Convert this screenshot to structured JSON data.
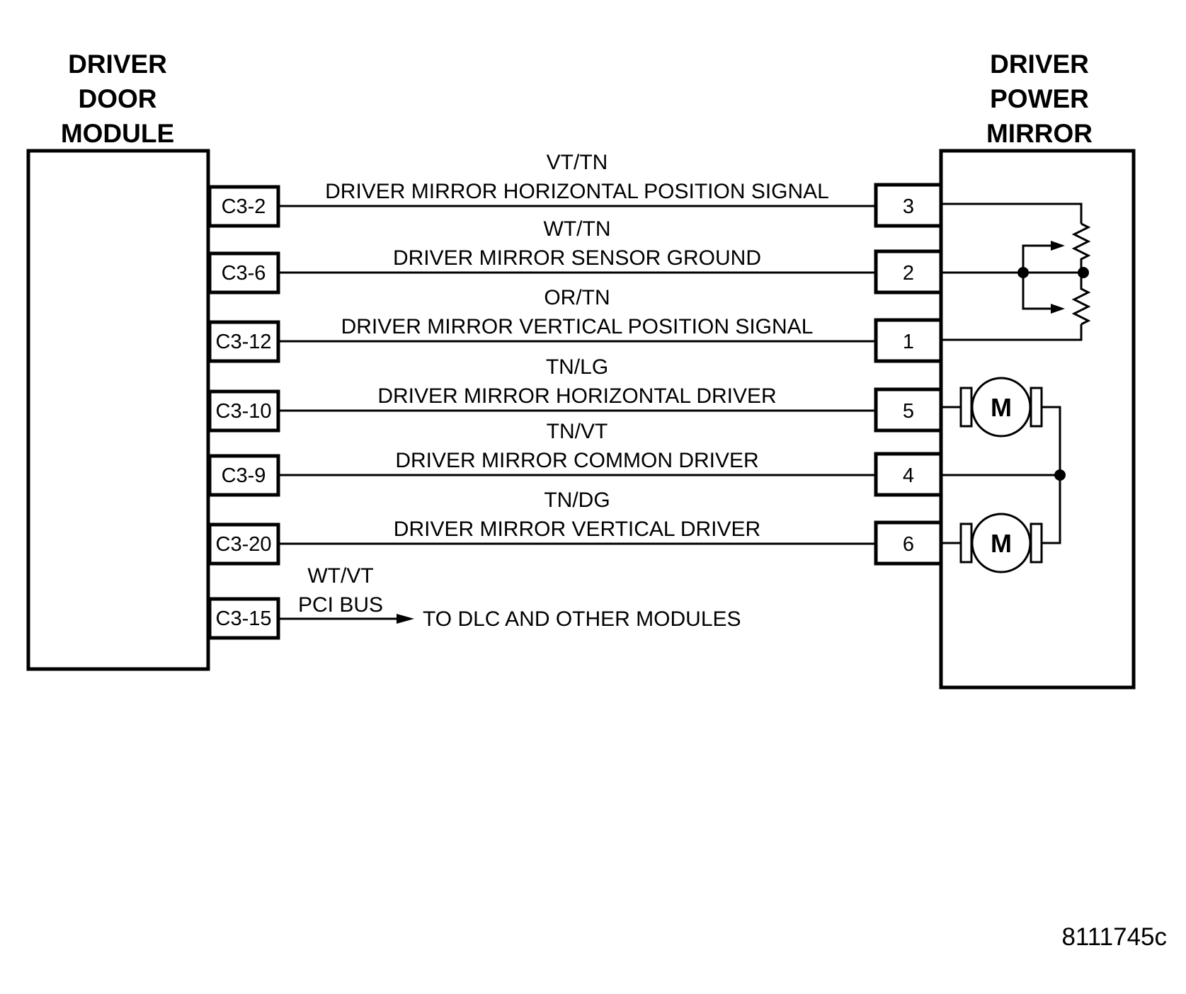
{
  "left_module": {
    "title_lines": [
      "DRIVER",
      "DOOR",
      "MODULE"
    ]
  },
  "right_module": {
    "title_lines": [
      "DRIVER",
      "POWER",
      "MIRROR"
    ]
  },
  "circuits": [
    {
      "left_pin": "C3-2",
      "right_pin": "3",
      "color": "VT/TN",
      "name": "DRIVER MIRROR HORIZONTAL POSITION SIGNAL"
    },
    {
      "left_pin": "C3-6",
      "right_pin": "2",
      "color": "WT/TN",
      "name": "DRIVER MIRROR SENSOR GROUND"
    },
    {
      "left_pin": "C3-12",
      "right_pin": "1",
      "color": "OR/TN",
      "name": "DRIVER MIRROR VERTICAL POSITION SIGNAL"
    },
    {
      "left_pin": "C3-10",
      "right_pin": "5",
      "color": "TN/LG",
      "name": "DRIVER MIRROR HORIZONTAL DRIVER"
    },
    {
      "left_pin": "C3-9",
      "right_pin": "4",
      "color": "TN/VT",
      "name": "DRIVER MIRROR COMMON DRIVER"
    },
    {
      "left_pin": "C3-20",
      "right_pin": "6",
      "color": "TN/DG",
      "name": "DRIVER MIRROR VERTICAL DRIVER"
    }
  ],
  "bus": {
    "left_pin": "C3-15",
    "color": "WT/VT",
    "name": "PCI BUS",
    "destination": "TO DLC AND OTHER MODULES"
  },
  "motor_label": "M",
  "figure_id": "8111745c"
}
